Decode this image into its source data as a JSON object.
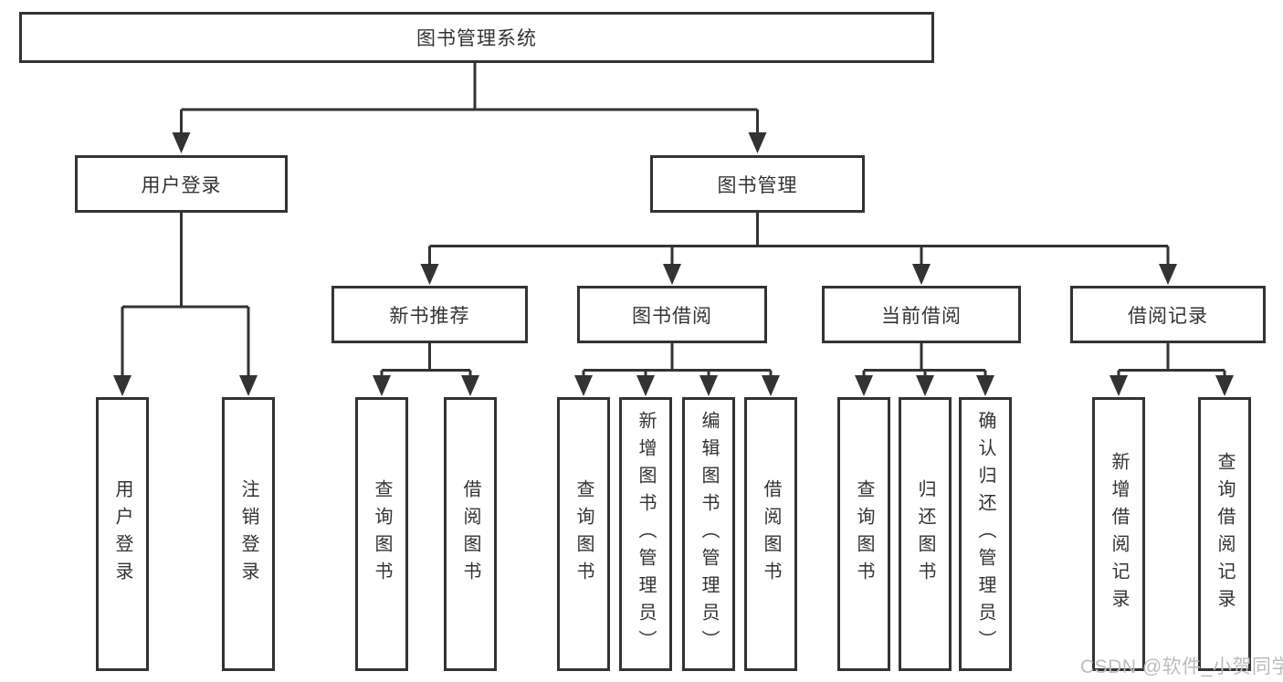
{
  "diagram": {
    "root": {
      "label": "图书管理系统"
    },
    "branches": [
      {
        "label": "用户登录",
        "leaves": [
          {
            "label": "用户登录"
          },
          {
            "label": "注销登录"
          }
        ]
      },
      {
        "label": "图书管理",
        "groups": [
          {
            "label": "新书推荐",
            "leaves": [
              {
                "label": "查询图书"
              },
              {
                "label": "借阅图书"
              }
            ]
          },
          {
            "label": "图书借阅",
            "leaves": [
              {
                "label": "查询图书"
              },
              {
                "label": "新增图书（管理员）"
              },
              {
                "label": "编辑图书（管理员）"
              },
              {
                "label": "借阅图书"
              }
            ]
          },
          {
            "label": "当前借阅",
            "leaves": [
              {
                "label": "查询图书"
              },
              {
                "label": "归还图书"
              },
              {
                "label": "确认归还（管理员）"
              }
            ]
          },
          {
            "label": "借阅记录",
            "leaves": [
              {
                "label": "新增借阅记录"
              },
              {
                "label": "查询借阅记录"
              }
            ]
          }
        ]
      }
    ]
  },
  "watermark": {
    "text": "CSDN @软件_小贺同学"
  },
  "colors": {
    "line": "#333333",
    "text": "#333333",
    "background": "#ffffff",
    "watermark": "#bcbcbc"
  }
}
